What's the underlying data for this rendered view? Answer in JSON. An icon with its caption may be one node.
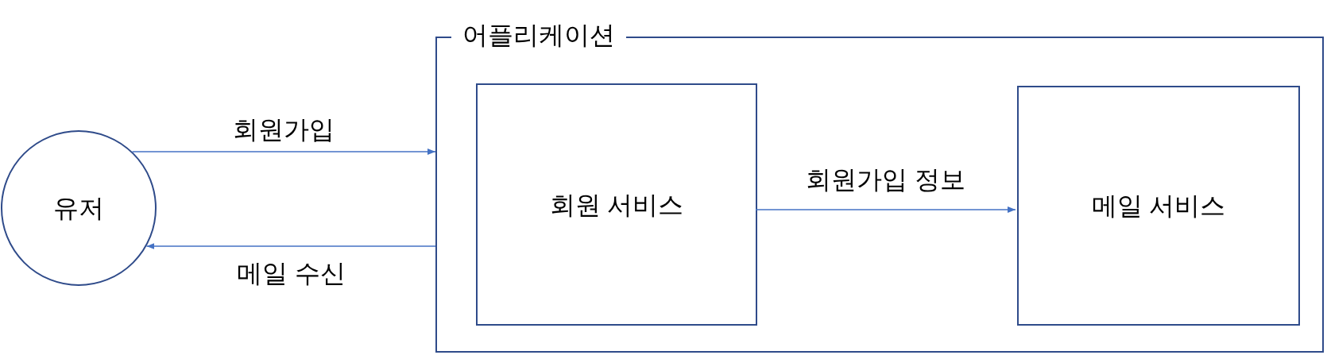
{
  "diagram": {
    "nodes": [
      {
        "text": [
          "유저"
        ]
      },
      {
        "text": [
          "어플리케이션"
        ]
      },
      {
        "text": [
          "회원 서비스"
        ],
        "in": 1
      },
      {
        "text": [
          "메일 서비스"
        ],
        "in": 1
      }
    ],
    "edges": [
      {
        "from": 0,
        "to": 1,
        "arrow": "to",
        "label": "회원가입"
      },
      {
        "from": 1,
        "to": 0,
        "arrow": "to",
        "label": "메일 수신"
      },
      {
        "from": 2,
        "to": 3,
        "arrow": "to",
        "label": "회원가입 정보"
      }
    ]
  }
}
